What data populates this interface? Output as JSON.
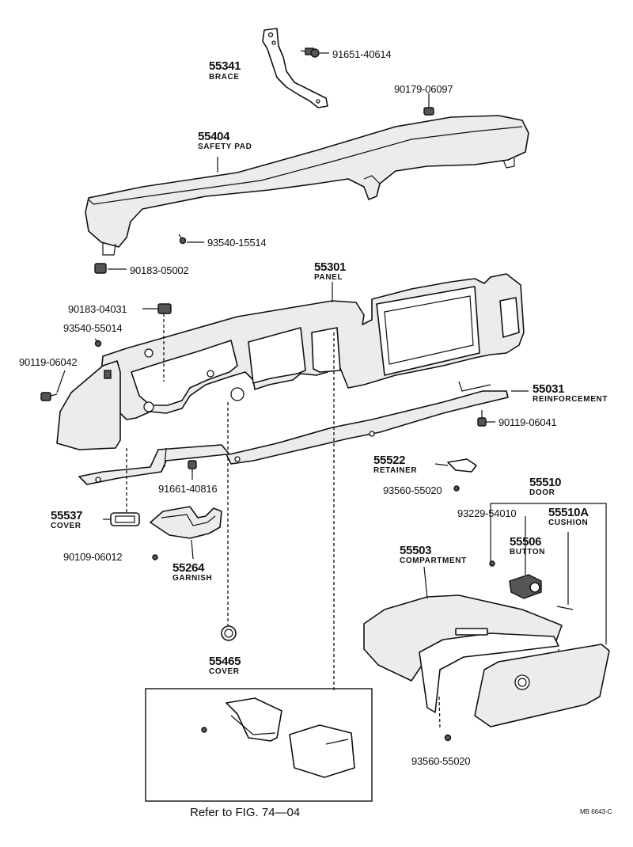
{
  "callouts": {
    "p55341": {
      "number": "55341",
      "name": "BRACE"
    },
    "p91651_40614": {
      "number": "91651-40614"
    },
    "p90179_06097": {
      "number": "90179-06097"
    },
    "p55404": {
      "number": "55404",
      "name": "SAFETY PAD"
    },
    "p93540_15514": {
      "number": "93540-15514"
    },
    "p90183_05002": {
      "number": "90183-05002"
    },
    "p55301": {
      "number": "55301",
      "name": "PANEL"
    },
    "p90183_04031": {
      "number": "90183-04031"
    },
    "p93540_55014": {
      "number": "93540-55014"
    },
    "p90119_06042": {
      "number": "90119-06042"
    },
    "p55031": {
      "number": "55031",
      "name": "REINFORCEMENT"
    },
    "p90119_06041": {
      "number": "90119-06041"
    },
    "p55522": {
      "number": "55522",
      "name": "RETAINER"
    },
    "p91661_40816": {
      "number": "91661-40816"
    },
    "p93560_55020_a": {
      "number": "93560-55020"
    },
    "p55510": {
      "number": "55510",
      "name": "DOOR"
    },
    "p93229_54010": {
      "number": "93229-54010"
    },
    "p55510A": {
      "number": "55510A",
      "name": "CUSHION"
    },
    "p55537": {
      "number": "55537",
      "name": "COVER"
    },
    "p55506": {
      "number": "55506",
      "name": "BUTTON"
    },
    "p55503": {
      "number": "55503",
      "name": "COMPARTMENT"
    },
    "p90109_06012": {
      "number": "90109-06012"
    },
    "p55264": {
      "number": "55264",
      "name": "GARNISH"
    },
    "p55465": {
      "number": "55465",
      "name": "COVER"
    },
    "p93560_55020_b": {
      "number": "93560-55020"
    }
  },
  "reference_note": "Refer to FIG. 74—04",
  "figure_code": "MB 6643-C"
}
